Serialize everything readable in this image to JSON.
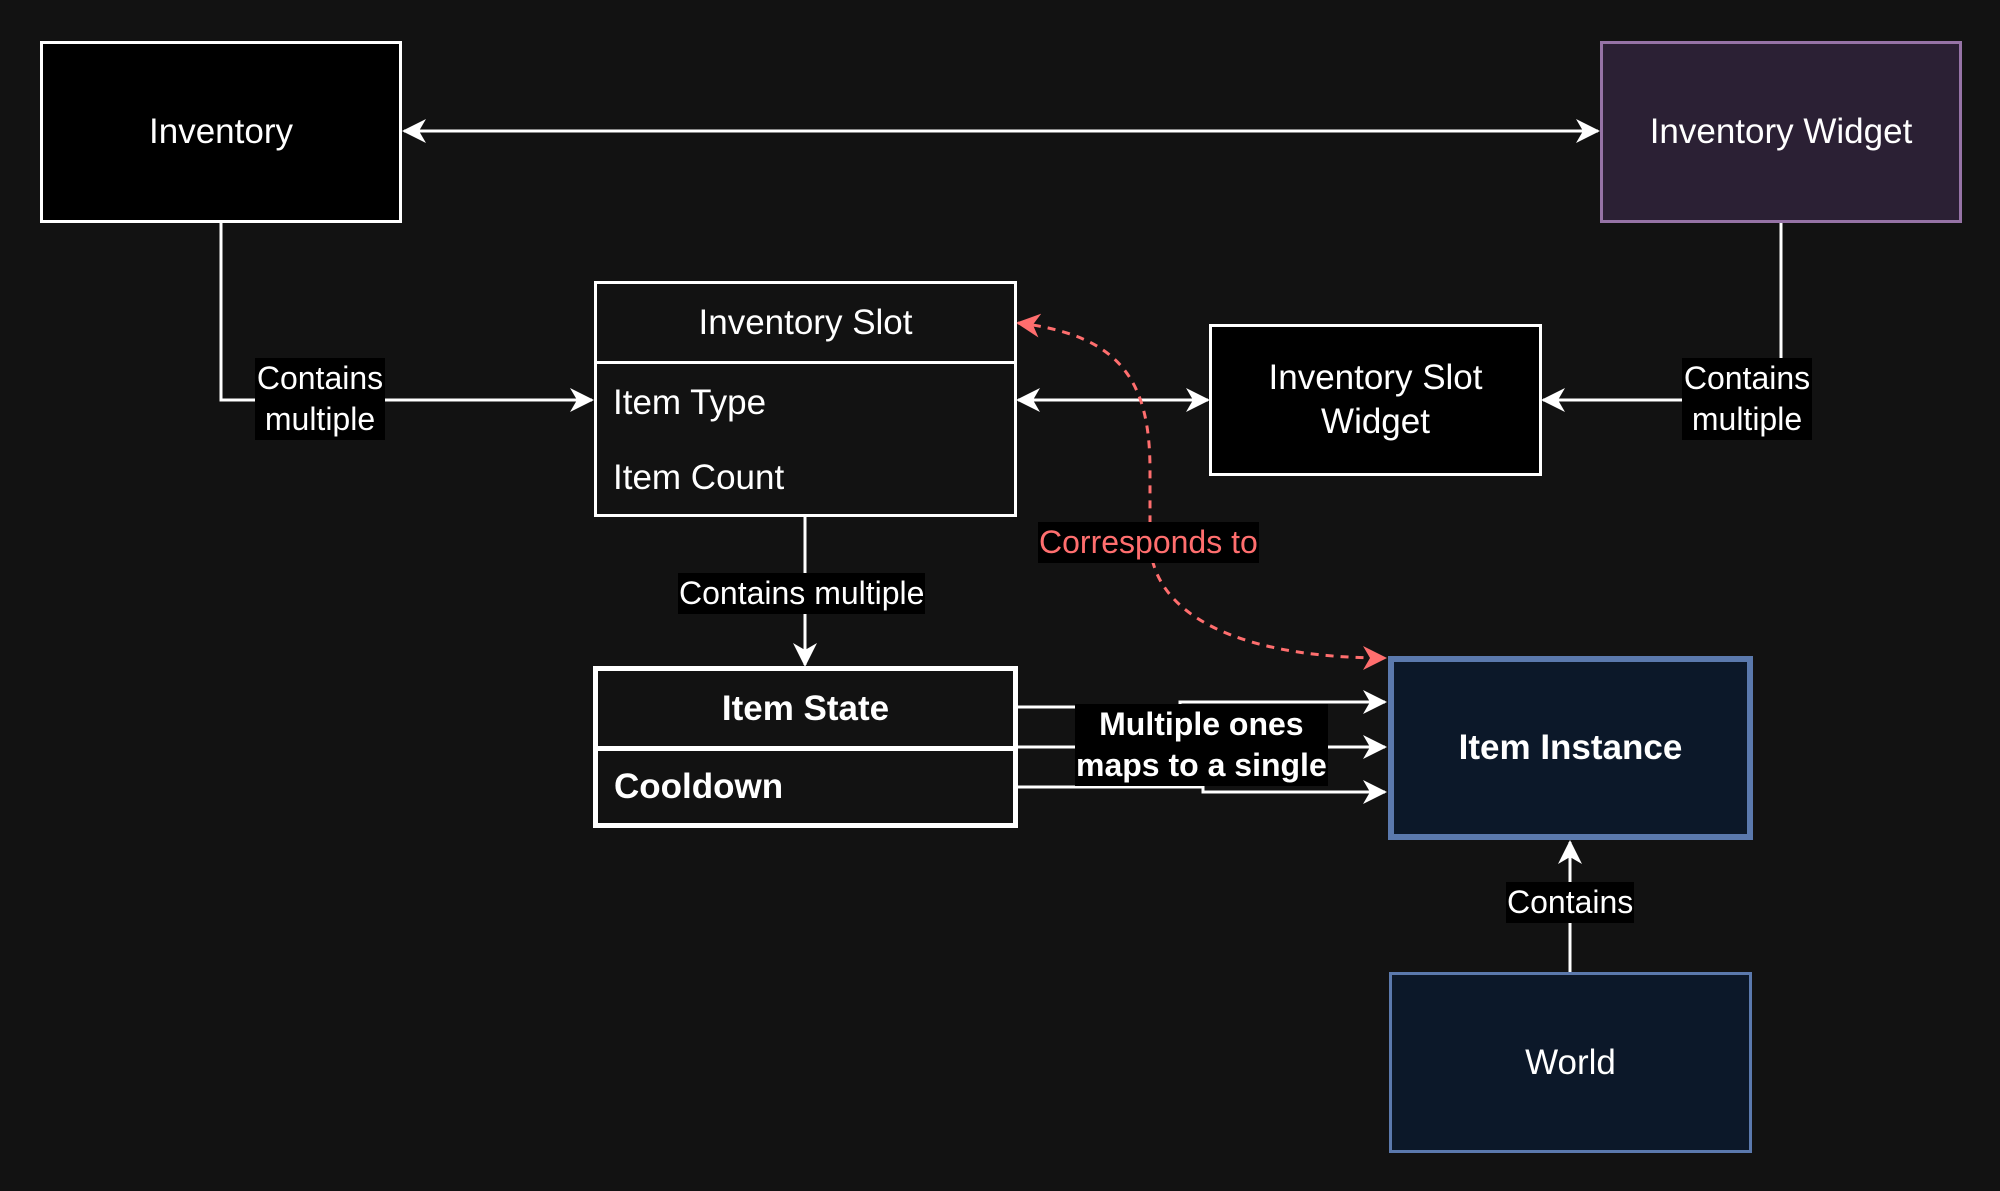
{
  "nodes": {
    "inventory": "Inventory",
    "inventory_widget": "Inventory Widget",
    "inventory_slot": {
      "title": "Inventory Slot",
      "fields": [
        "Item Type",
        "Item Count"
      ]
    },
    "inventory_slot_widget": {
      "line1": "Inventory Slot",
      "line2": "Widget"
    },
    "item_state": {
      "title": "Item State",
      "fields": [
        "Cooldown"
      ]
    },
    "item_instance": "Item Instance",
    "world": "World"
  },
  "edges": {
    "inventory_to_slot": {
      "line1": "Contains",
      "line2": "multiple"
    },
    "widget_to_slot_widget": {
      "line1": "Contains",
      "line2": "multiple"
    },
    "slot_to_state": "Contains multiple",
    "slot_widget_to_instance": "Corresponds to",
    "state_to_instance": {
      "line1": "Multiple ones",
      "line2": "maps to a single"
    },
    "world_to_instance": "Contains"
  },
  "colors": {
    "background": "#121212",
    "edge": "#ffffff",
    "correspondence_edge": "#ff6e6e",
    "widget_fill": "#2b2034",
    "widget_stroke": "#9673a6",
    "instance_fill": "#0c1829",
    "instance_stroke": "#5b79ad"
  }
}
